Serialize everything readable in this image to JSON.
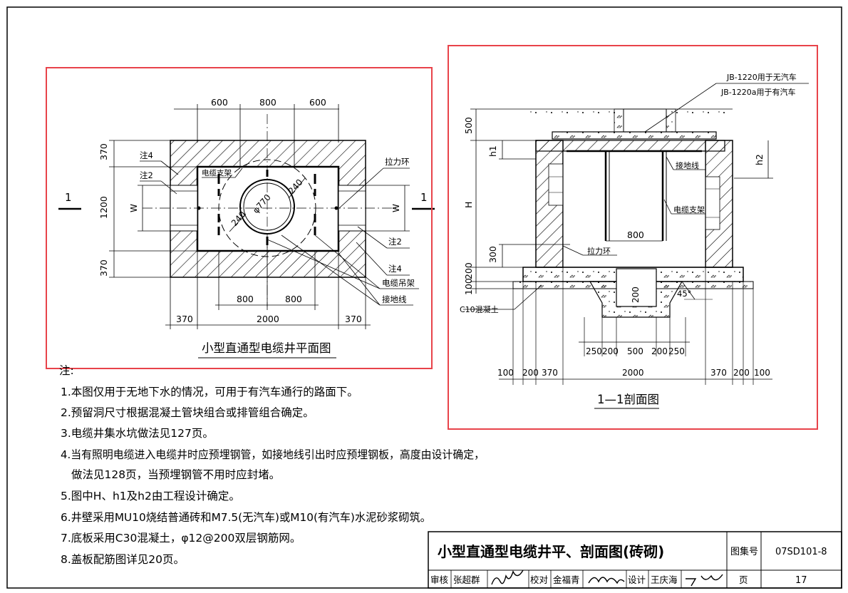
{
  "plan": {
    "caption": "小型直通型电缆井平面图",
    "dims_top": [
      "600",
      "800",
      "600"
    ],
    "dims_left": [
      "370",
      "1200",
      "370"
    ],
    "dims_bottom_inner": [
      "800",
      "800"
    ],
    "dims_bottom": [
      "370",
      "2000",
      "370"
    ],
    "w_label": "W",
    "section_mark": "1",
    "circle_label": "φ770",
    "dim_240a": "240",
    "dim_240b": "240",
    "callouts": [
      "注4",
      "注2",
      "电缆支架",
      "拉力环",
      "注2",
      "注4",
      "电缆吊架",
      "接地线"
    ]
  },
  "section": {
    "caption": "1—1剖面图",
    "cover_line1": "JB-1220用于无汽车",
    "cover_line2": "JB-1220a用于有汽车",
    "dims_left": [
      "500",
      "H",
      "300",
      "200",
      "100"
    ],
    "h1": "h1",
    "h2": "h2",
    "callouts": [
      "接地线",
      "电缆支架",
      "拉力环",
      "C10混凝土"
    ],
    "dim_800": "800",
    "dim_pit": "200",
    "angle": "45°",
    "dims_row1": [
      "250",
      "200",
      "500",
      "200",
      "250"
    ],
    "dims_row2": [
      "100",
      "200",
      "370",
      "2000",
      "370",
      "200",
      "100"
    ]
  },
  "notes": {
    "heading": "注:",
    "items": [
      "1.本图仅用于无地下水的情况，可用于有汽车通行的路面下。",
      "2.预留洞尺寸根据混凝土管块组合或排管组合确定。",
      "3.电缆井集水坑做法见127页。",
      "4.当有照明电缆进入电缆井时应预埋钢管，如接地线引出时应预埋钢板，高度由设计确定，",
      "做法见128页，当预埋钢管不用时应封堵。",
      "5.图中H、h1及h2由工程设计确定。",
      "6.井壁采用MU10烧结普通砖和M7.5(无汽车)或M10(有汽车)水泥砂浆砌筑。",
      "7.底板采用C30混凝土，φ12@200双层钢筋网。",
      "8.盖板配筋图详见20页。"
    ]
  },
  "title_block": {
    "title": "小型直通型电缆井平、剖面图(砖砌)",
    "atlas_label": "图集号",
    "atlas_no": "07SD101-8",
    "review_label": "审核",
    "reviewer": "张超群",
    "check_label": "校对",
    "checker": "金福青",
    "design_label": "设计",
    "designer": "王庆海",
    "page_label": "页",
    "page_no": "17"
  },
  "colors": {
    "highlight": "#e8434a"
  }
}
